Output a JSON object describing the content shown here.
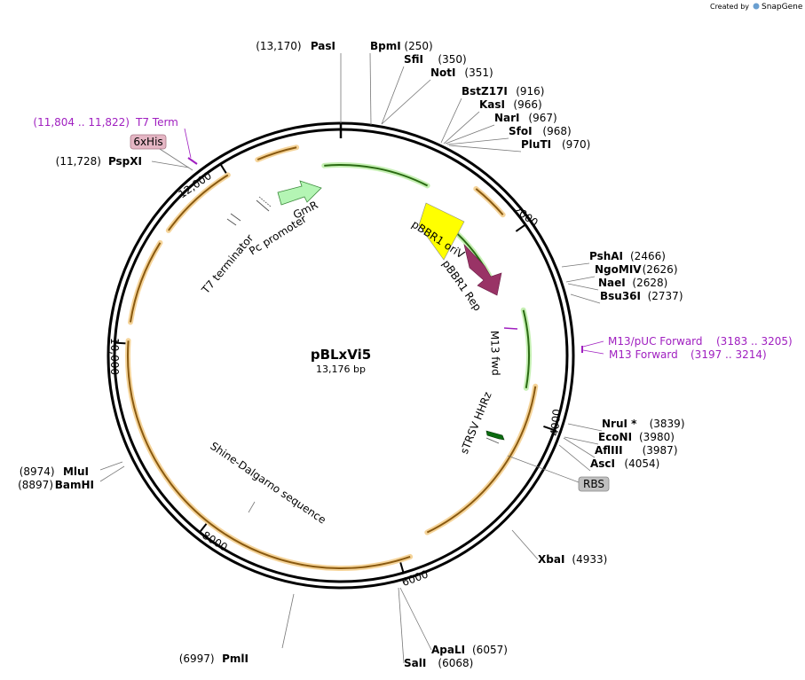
{
  "watermark": {
    "created_by": "Created by",
    "brand": "SnapGene"
  },
  "plasmid": {
    "name": "pBLxVi5",
    "length": "13,176 bp",
    "length_bp": 13176
  },
  "tick_labels": [
    "2000",
    "4000",
    "6000",
    "8000",
    "10,000",
    "12,000"
  ],
  "sites": [
    {
      "name": "PasI",
      "pos": "(13,170)",
      "bp": 13170,
      "side": "left"
    },
    {
      "name": "BpmI",
      "pos": "(250)",
      "bp": 250,
      "side": "right"
    },
    {
      "name": "SfiI",
      "pos": "(350)",
      "bp": 350,
      "side": "right"
    },
    {
      "name": "NotI",
      "pos": "(351)",
      "bp": 351,
      "side": "right"
    },
    {
      "name": "BstZ17I",
      "pos": "(916)",
      "bp": 916,
      "side": "right"
    },
    {
      "name": "KasI",
      "pos": "(966)",
      "bp": 966,
      "side": "right"
    },
    {
      "name": "NarI",
      "pos": "(967)",
      "bp": 967,
      "side": "right"
    },
    {
      "name": "SfoI",
      "pos": "(968)",
      "bp": 968,
      "side": "right"
    },
    {
      "name": "PluTI",
      "pos": "(970)",
      "bp": 970,
      "side": "right"
    },
    {
      "name": "PshAI",
      "pos": "(2466)",
      "bp": 2466,
      "side": "right"
    },
    {
      "name": "NgoMIV",
      "pos": "(2626)",
      "bp": 2626,
      "side": "right"
    },
    {
      "name": "NaeI",
      "pos": "(2628)",
      "bp": 2628,
      "side": "right"
    },
    {
      "name": "Bsu36I",
      "pos": "(2737)",
      "bp": 2737,
      "side": "right"
    },
    {
      "name": "NruI *",
      "pos": "(3839)",
      "bp": 3839,
      "side": "right"
    },
    {
      "name": "EcoNI",
      "pos": "(3980)",
      "bp": 3980,
      "side": "right"
    },
    {
      "name": "AflIII",
      "pos": "(3987)",
      "bp": 3987,
      "side": "right"
    },
    {
      "name": "AscI",
      "pos": "(4054)",
      "bp": 4054,
      "side": "right"
    },
    {
      "name": "XbaI",
      "pos": "(4933)",
      "bp": 4933,
      "side": "right"
    },
    {
      "name": "ApaLI",
      "pos": "(6057)",
      "bp": 6057,
      "side": "right"
    },
    {
      "name": "SalI",
      "pos": "(6068)",
      "bp": 6068,
      "side": "right"
    },
    {
      "name": "PmlI",
      "pos": "(6997)",
      "bp": 6997,
      "side": "left"
    },
    {
      "name": "MluI",
      "pos": "(8974)",
      "bp": 8974,
      "side": "left"
    },
    {
      "name": "BamHI",
      "pos": "(8897)",
      "bp": 8897,
      "side": "left"
    },
    {
      "name": "PspXI",
      "pos": "(11,728)",
      "bp": 11728,
      "side": "left"
    }
  ],
  "primers": [
    {
      "name": "M13/pUC Forward",
      "range": "(3183 .. 3205)"
    },
    {
      "name": "M13 Forward",
      "range": "(3197 .. 3214)"
    },
    {
      "name": "T7 Term",
      "range": "(11,804 .. 11,822)"
    }
  ],
  "feature_boxes": {
    "his_tag": "6xHis",
    "rbs": "RBS"
  },
  "features": {
    "gmr": "GmR",
    "pc_promoter": "Pc promoter",
    "t7_terminator": "T7 terminator",
    "pbbr1_oriv": "pBBR1 oriV",
    "pbbr1_rep": "pBBR1 Rep",
    "m13_fwd": "M13 fwd",
    "strsv_hhrz": "sTRSV HHRz",
    "shine_dalgarno": "Shine-Dalgarno sequence"
  },
  "colors": {
    "backbone": "#000000",
    "orange_feature": "#e8a33a",
    "green_feature": "#4caf22",
    "gmr": "#b4f5b4",
    "oriv": "#ffff00",
    "rep": "#993366",
    "primer": "#a020c0",
    "his_box": "#e5b6c4",
    "rbs_box": "#c0c0c0"
  }
}
